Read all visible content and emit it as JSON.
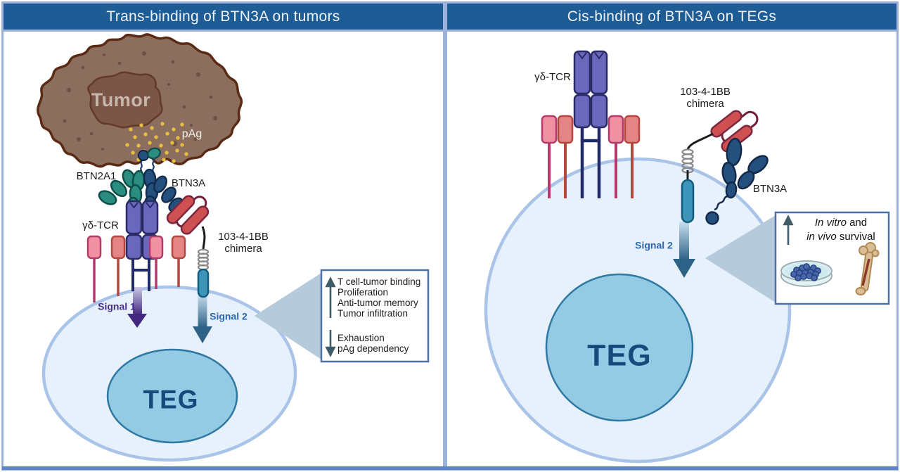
{
  "figure": {
    "type": "scientific-diagram",
    "colors": {
      "title_bar": "#1d5c94",
      "frame": "#9cb2da",
      "bottom_bar": "#5d85c5",
      "cell_fill": "#e7f1fb",
      "membrane": "#a9c4e8",
      "nucleus_fill": "#93cbe4",
      "tumor_fill": "#8b6e5d",
      "pag_dot": "#e7bd3b",
      "signal1_purple": "#42297f",
      "signal2_blue": "#2d6287",
      "chimera_red": "#cf5050",
      "btn2a1_teal": "#2a8d80",
      "btn3a_navy": "#24507d"
    }
  },
  "panels": {
    "left": {
      "title": "Trans-binding of BTN3A on tumors",
      "labels": {
        "tumor": "Tumor",
        "pag": "pAg",
        "btn2a1": "BTN2A1",
        "btn3a": "BTN3A",
        "tcr": "γδ-TCR",
        "chimera_line1": "103-4-1BB",
        "chimera_line2": "chimera",
        "signal1": "Signal 1",
        "signal2": "Signal 2",
        "teg": "TEG"
      },
      "callout": {
        "increase_items": [
          "T cell-tumor binding",
          "Proliferation",
          "Anti-tumor memory",
          "Tumor infiltration"
        ],
        "decrease_items": [
          "Exhaustion",
          "pAg dependency"
        ]
      }
    },
    "right": {
      "title": "Cis-binding of BTN3A on TEGs",
      "labels": {
        "tcr": "γδ-TCR",
        "chimera_line1": "103-4-1BB",
        "chimera_line2": "chimera",
        "btn3a": "BTN3A",
        "signal2": "Signal 2",
        "teg": "TEG"
      },
      "callout": {
        "in_vitro": "In vitro",
        "and_text": " and",
        "in_vivo": "in vivo",
        "survival_text": " survival"
      }
    }
  }
}
